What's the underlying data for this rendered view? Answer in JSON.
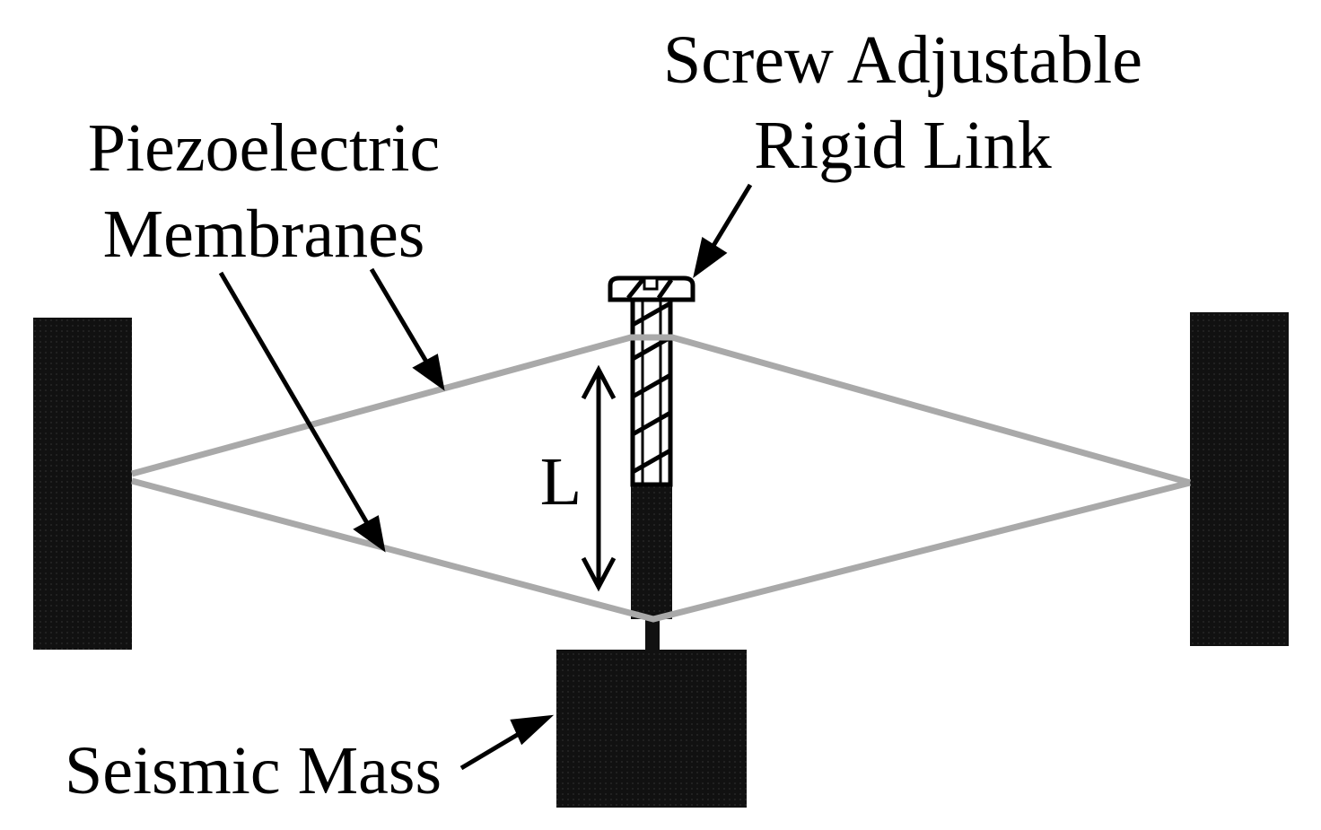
{
  "labels": {
    "screw_line1": "Screw Adjustable",
    "screw_line2": "Rigid Link",
    "piezo_line1": "Piezoelectric",
    "piezo_line2": "Membranes",
    "length": "L",
    "mass": "Seismic Mass"
  },
  "colors": {
    "block": "#111111",
    "membrane": "#a9a9a9",
    "ink": "#000000",
    "background": "#ffffff"
  }
}
